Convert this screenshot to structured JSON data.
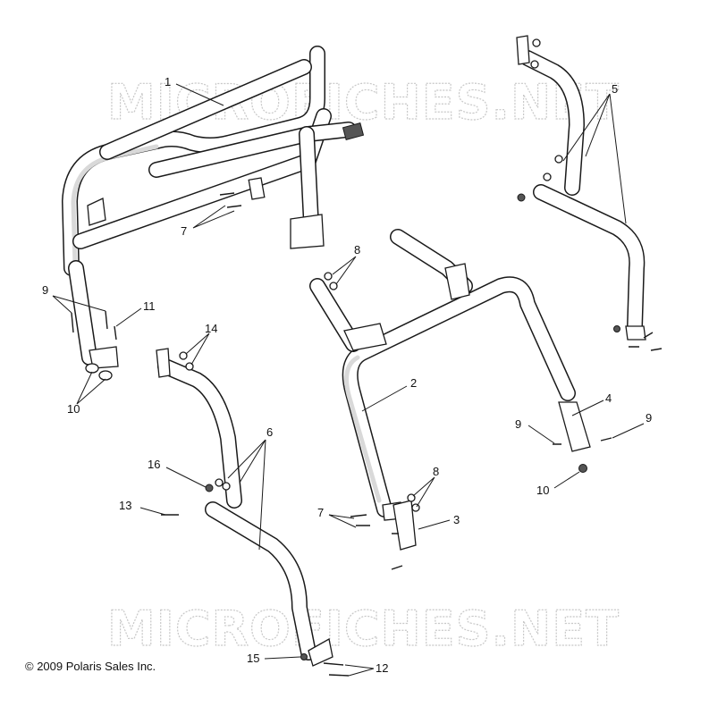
{
  "watermark": {
    "text_top": "MICROFICHES.NET",
    "text_bottom": "MICROFICHES.NET"
  },
  "copyright": "© 2009 Polaris Sales Inc.",
  "callouts": {
    "c1": "1",
    "c2": "2",
    "c3": "3",
    "c4": "4",
    "c5": "5",
    "c6": "6",
    "c7a": "7",
    "c7b": "7",
    "c8a": "8",
    "c8b": "8",
    "c9a": "9",
    "c9b": "9",
    "c9c": "9",
    "c10a": "10",
    "c10b": "10",
    "c11": "11",
    "c12": "12",
    "c13": "13",
    "c14": "14",
    "c15": "15",
    "c16": "16"
  }
}
